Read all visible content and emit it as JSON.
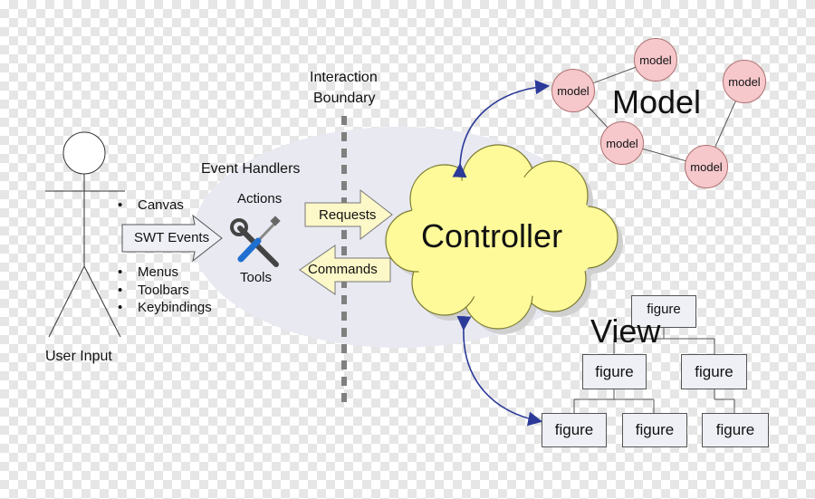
{
  "user": {
    "label": "User Input"
  },
  "inputs": {
    "canvas": "Canvas",
    "swt_events": "SWT Events",
    "menus": "Menus",
    "toolbars": "Toolbars",
    "keybindings": "Keybindings"
  },
  "boundary": {
    "line1": "Interaction",
    "line2": "Boundary"
  },
  "handlers": {
    "title": "Event Handlers",
    "actions": "Actions",
    "tools": "Tools"
  },
  "arrows": {
    "requests": "Requests",
    "commands": "Commands"
  },
  "controller": {
    "label": "Controller"
  },
  "model": {
    "title": "Model",
    "nodes": [
      "model",
      "model",
      "model",
      "model",
      "model"
    ]
  },
  "view": {
    "title": "View",
    "figures": [
      "figure",
      "figure",
      "figure",
      "figure",
      "figure",
      "figure"
    ]
  },
  "colors": {
    "controller_fill": "#fffa99",
    "model_fill": "#f6c8cc",
    "figure_fill": "#eef0f6",
    "arrow_fill": "#fdf8c8",
    "connector": "#2b3a99",
    "handler_ellipse": "#e8e9f1"
  }
}
